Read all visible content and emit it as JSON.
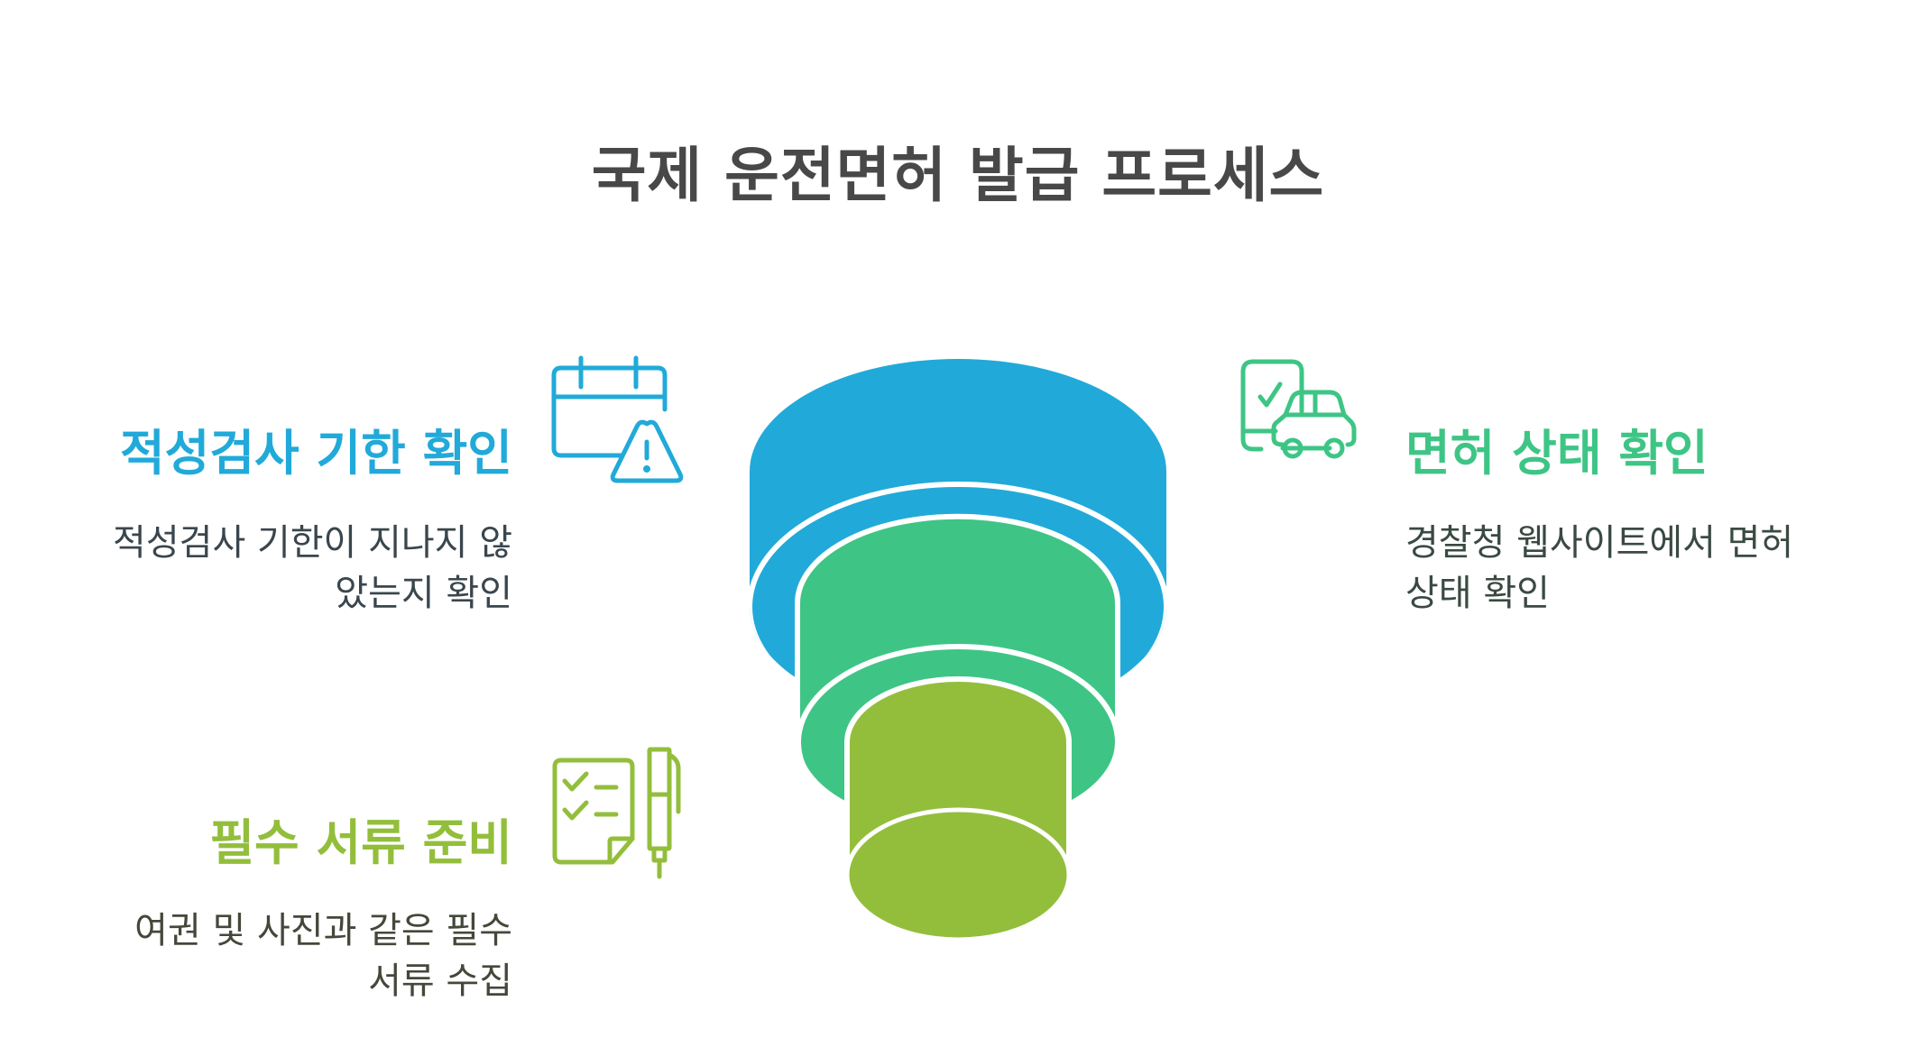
{
  "title": "국제 운전면허 발급 프로세스",
  "colors": {
    "title": "#484848",
    "step_blue": "#21AAD9",
    "step_green": "#3EC585",
    "step_lime": "#93BE3C",
    "background": "#FFFFFF"
  },
  "steps": [
    {
      "id": "aptitude-test",
      "heading": "적성검사 기한 확인",
      "description_lines": [
        "적성검사 기한이 지나지 않",
        "았는지 확인"
      ],
      "icon": "calendar-warning-icon",
      "color": "#21AAD9",
      "side": "left"
    },
    {
      "id": "license-status",
      "heading": "면허 상태 확인",
      "description_lines": [
        "경찰청 웹사이트에서 면허",
        "상태 확인"
      ],
      "icon": "phone-car-check-icon",
      "color": "#3EC585",
      "side": "right"
    },
    {
      "id": "documents",
      "heading": "필수 서류 준비",
      "description_lines": [
        "여권 및 사진과 같은 필수",
        "서류 수집"
      ],
      "icon": "checklist-pen-icon",
      "color": "#93BE3C",
      "side": "left"
    }
  ]
}
